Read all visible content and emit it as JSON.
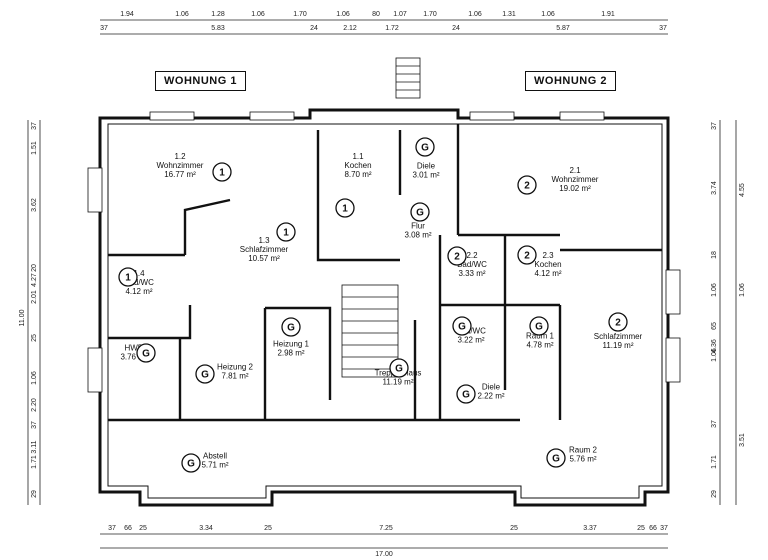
{
  "titles": {
    "left": "WOHNUNG 1",
    "right": "WOHNUNG 2"
  },
  "dims_top_row1": [
    "1.94",
    "1.06",
    "1.28",
    "1.06",
    "1.70",
    "1.06",
    "80",
    "1.07",
    "1.70",
    "1.06",
    "1.31",
    "1.06",
    "1.91"
  ],
  "dims_top_row2": [
    "37",
    "5.83",
    "24",
    "2.12",
    "1.72",
    "24",
    "5.87",
    "37"
  ],
  "dims_bottom_row1": [
    "37",
    "66",
    "25",
    "3.34",
    "25",
    "7.25",
    "25",
    "3.37",
    "25",
    "66",
    "37"
  ],
  "dims_bottom_row2": [
    "17.00"
  ],
  "dims_left_outer": [
    "11.00"
  ],
  "dims_left_inner": [
    "37",
    "1.51",
    "3.62",
    "20",
    "4.27",
    "2.01",
    "25",
    "1.06",
    "2.20",
    "37",
    "3.11",
    "1.71",
    "29"
  ],
  "dims_right_outer": [
    "4.55",
    "1.06",
    "3.51"
  ],
  "dims_right_inner": [
    "37",
    "3.74",
    "18",
    "1.06",
    "4.36",
    "1.06",
    "65",
    "37",
    "1.71",
    "29"
  ],
  "rooms": [
    {
      "no": "1.2",
      "name": "Wohnzimmer",
      "area": "16.77 m²",
      "mark": "1"
    },
    {
      "no": "1.1",
      "name": "Kochen",
      "area": "8.70 m²",
      "mark": "1"
    },
    {
      "no": "",
      "name": "Diele",
      "area": "3.01 m²",
      "mark": "G"
    },
    {
      "no": "1.3",
      "name": "Schlafzimmer",
      "area": "10.57 m²",
      "mark": "1"
    },
    {
      "no": "1.4",
      "name": "Bad/WC",
      "area": "4.12 m²",
      "mark": "1"
    },
    {
      "no": "",
      "name": "Flur",
      "area": "3.08 m²",
      "mark": "G"
    },
    {
      "no": "2.1",
      "name": "Wohnzimmer",
      "area": "19.02 m²",
      "mark": "2"
    },
    {
      "no": "2.2",
      "name": "Bad/WC",
      "area": "3.33 m²",
      "mark": "2"
    },
    {
      "no": "2.3",
      "name": "Kochen",
      "area": "4.12 m²",
      "mark": "2"
    },
    {
      "no": "2.4",
      "name": "Schlafzimmer",
      "area": "11.19 m²",
      "mark": "2"
    },
    {
      "no": "",
      "name": "HWR",
      "area": "3.76 m²",
      "mark": "G"
    },
    {
      "no": "",
      "name": "Heizung 2",
      "area": "7.81 m²",
      "mark": "G"
    },
    {
      "no": "",
      "name": "Heizung 1",
      "area": "2.98 m²",
      "mark": "G"
    },
    {
      "no": "",
      "name": "Treppenhaus",
      "area": "11.19 m²",
      "mark": "G"
    },
    {
      "no": "",
      "name": "Bad/WC",
      "area": "3.22 m²",
      "mark": "G"
    },
    {
      "no": "",
      "name": "Raum 1",
      "area": "4.78 m²",
      "mark": "G"
    },
    {
      "no": "",
      "name": "Diele",
      "area": "2.22 m²",
      "mark": "G"
    },
    {
      "no": "",
      "name": "Abstell",
      "area": "5.71 m²",
      "mark": "G"
    },
    {
      "no": "",
      "name": "Raum 2",
      "area": "5.76 m²",
      "mark": "G"
    }
  ]
}
